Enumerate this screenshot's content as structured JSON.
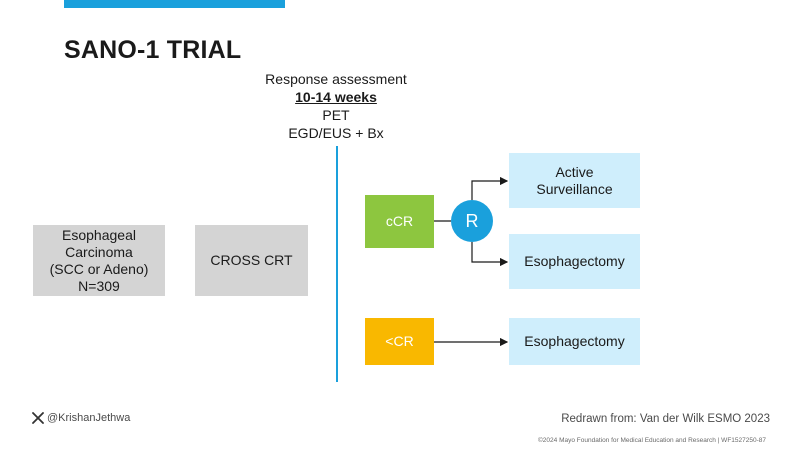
{
  "title": "SANO-1 TRIAL",
  "assessment": {
    "heading": "Response assessment",
    "timing": "10-14 weeks",
    "line3": "PET",
    "line4": "EGD/EUS + Bx"
  },
  "nodes": {
    "population": {
      "line1": "Esophageal",
      "line2": "Carcinoma",
      "line3": "(SCC or Adeno)",
      "line4": "N=309"
    },
    "treatment": "CROSS CRT",
    "ccr": "cCR",
    "randomize": "R",
    "active_surveillance": {
      "line1": "Active",
      "line2": "Surveillance"
    },
    "esophagectomy_upper": "Esophagectomy",
    "less_cr": "<CR",
    "esophagectomy_lower": "Esophagectomy"
  },
  "footer": {
    "handle": "@KrishanJethwa",
    "source": "Redrawn from: Van der Wilk ESMO 2023",
    "copyright": "©2024 Mayo Foundation for Medical Education and Research  |  WF1527250-87"
  },
  "colors": {
    "accent_blue": "#1aa0dc",
    "grey_box": "#d4d4d4",
    "green_box": "#8dc63f",
    "orange_box": "#f9b800",
    "light_blue_box": "#cfeefc"
  }
}
